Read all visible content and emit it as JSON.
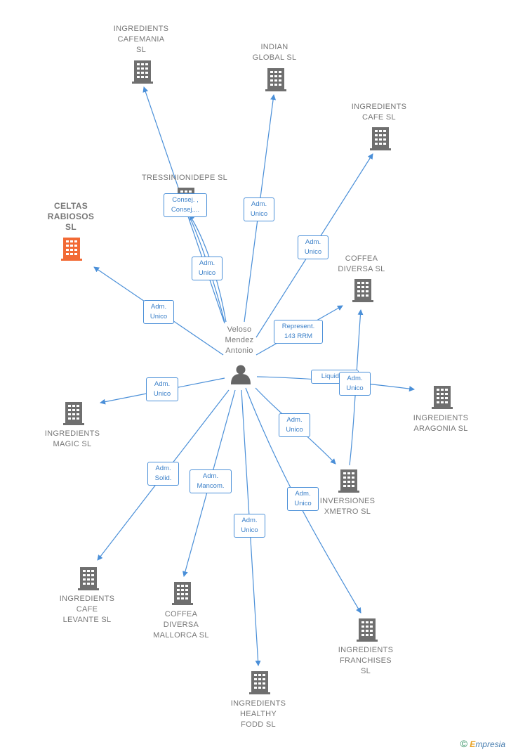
{
  "person": {
    "lines": [
      "Veloso",
      "Mendez",
      "Antonio"
    ]
  },
  "companies": [
    {
      "id": "cafemania",
      "lines": [
        "INGREDIENTS",
        "CAFEMANIA",
        "SL"
      ]
    },
    {
      "id": "indian",
      "lines": [
        "INDIAN",
        "GLOBAL  SL"
      ]
    },
    {
      "id": "cafe",
      "lines": [
        "INGREDIENTS",
        "CAFE SL"
      ]
    },
    {
      "id": "tressini",
      "lines": [
        "TRESSINIONIDEPE SL"
      ]
    },
    {
      "id": "celtas",
      "lines": [
        "CELTAS",
        "RABIOSOS",
        "SL"
      ],
      "highlight": true
    },
    {
      "id": "coffea",
      "lines": [
        "COFFEA",
        "DIVERSA  SL"
      ]
    },
    {
      "id": "aragonia",
      "lines": [
        "INGREDIENTS",
        "ARAGONIA SL"
      ]
    },
    {
      "id": "magic",
      "lines": [
        "INGREDIENTS",
        "MAGIC SL"
      ]
    },
    {
      "id": "xmetro",
      "lines": [
        "INVERSIONES",
        "XMETRO SL"
      ]
    },
    {
      "id": "levante",
      "lines": [
        "INGREDIENTS",
        "CAFE",
        "LEVANTE SL"
      ]
    },
    {
      "id": "mallorca",
      "lines": [
        "COFFEA",
        "DIVERSA",
        "MALLORCA  SL"
      ]
    },
    {
      "id": "franchises",
      "lines": [
        "INGREDIENTS",
        "FRANCHISES",
        "SL"
      ]
    },
    {
      "id": "healthy",
      "lines": [
        "INGREDIENTS",
        "HEALTHY",
        "FODD  SL"
      ]
    }
  ],
  "relations": [
    {
      "id": "r1",
      "lines": [
        "Consej. ,",
        "Consej...."
      ]
    },
    {
      "id": "r2",
      "lines": [
        "Adm.",
        "Unico"
      ]
    },
    {
      "id": "r3",
      "lines": [
        "Adm.",
        "Unico"
      ]
    },
    {
      "id": "r4",
      "lines": [
        "Adm.",
        "Unico"
      ]
    },
    {
      "id": "r5",
      "lines": [
        "Adm.",
        "Unico"
      ]
    },
    {
      "id": "r6",
      "lines": [
        "Represent.",
        "143 RRM"
      ]
    },
    {
      "id": "r7",
      "lines": [
        "Liquida..."
      ]
    },
    {
      "id": "r8",
      "lines": [
        "Adm.",
        "Unico"
      ]
    },
    {
      "id": "r9",
      "lines": [
        "Adm.",
        "Unico"
      ]
    },
    {
      "id": "r10",
      "lines": [
        "Adm.",
        "Unico"
      ]
    },
    {
      "id": "r11",
      "lines": [
        "Adm.",
        "Solid."
      ]
    },
    {
      "id": "r12",
      "lines": [
        "Adm.",
        "Mancom."
      ]
    },
    {
      "id": "r13",
      "lines": [
        "Adm.",
        "Unico"
      ]
    },
    {
      "id": "r14",
      "lines": [
        "Adm.",
        "Unico"
      ]
    }
  ],
  "colors": {
    "edge": "#4a8fd8",
    "building": "#6f6f6f",
    "highlight": "#f26a35",
    "person": "#666666"
  },
  "brand": {
    "symbol": "©",
    "initial": "E",
    "rest": "mpresia"
  }
}
